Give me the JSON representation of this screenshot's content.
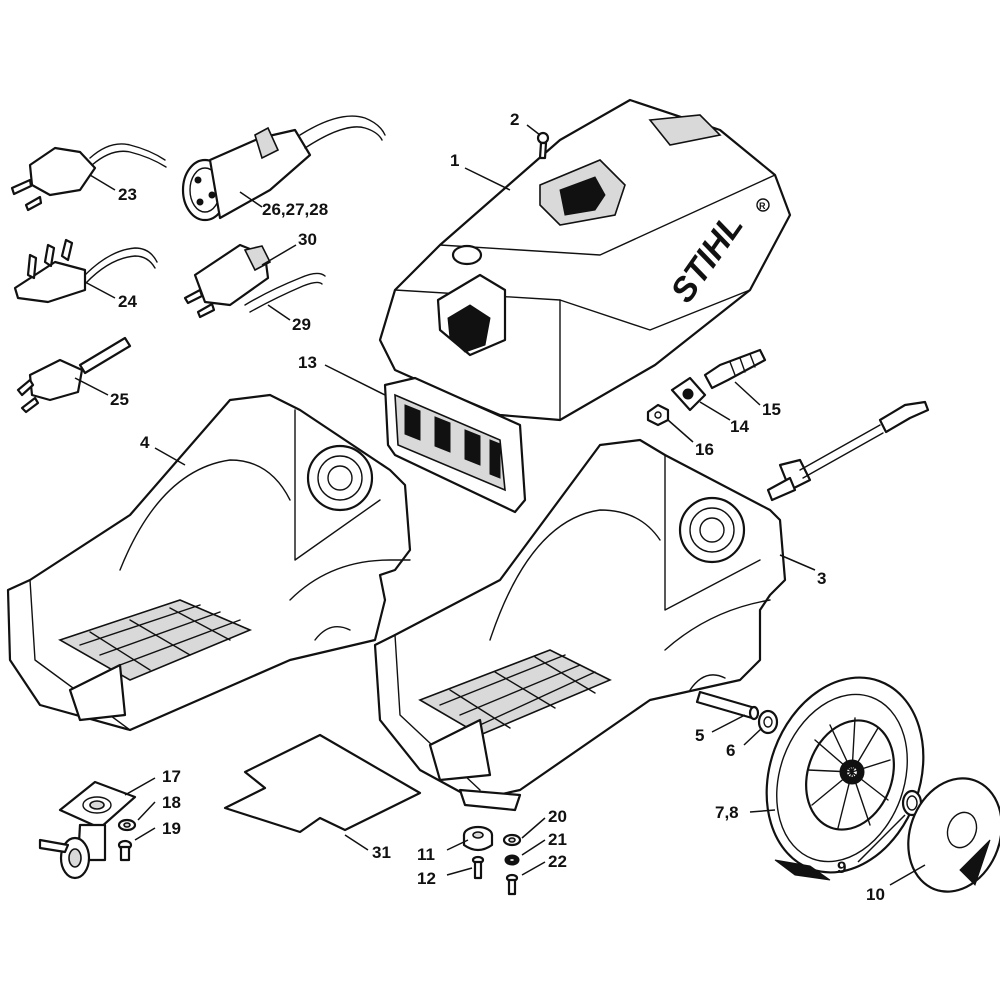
{
  "labels": {
    "p1": "1",
    "p2": "2",
    "p3": "3",
    "p4": "4",
    "p5": "5",
    "p6": "6",
    "p7_8": "7,8",
    "p9": "9",
    "p10": "10",
    "p11": "11",
    "p12": "12",
    "p13": "13",
    "p14": "14",
    "p15": "15",
    "p16": "16",
    "p17": "17",
    "p18": "18",
    "p19": "19",
    "p20": "20",
    "p21": "21",
    "p22": "22",
    "p23": "23",
    "p24": "24",
    "p25": "25",
    "p26_27_28": "26,27,28",
    "p29": "29",
    "p30": "30",
    "p31": "31"
  },
  "brand": {
    "logo_text": "STIHL",
    "registered_mark": "R"
  },
  "colors": {
    "line": "#111111",
    "fill": "#ffffff",
    "shade": "#d9d9d9"
  }
}
